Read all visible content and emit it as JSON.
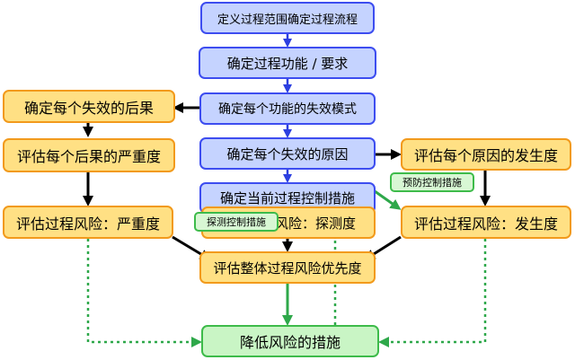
{
  "nodes": {
    "define_scope": "定义过程范围确定过程流程",
    "function_req": "确定过程功能 / 要求",
    "failure_modes": "确定每个功能的失效模式",
    "failure_causes": "确定每个失效的原因",
    "current_controls": "确定当前过程控制措施",
    "consequences": "确定每个失效的后果",
    "severity_each": "评估每个后果的严重度",
    "occurrence_each": "评估每个原因的发生度",
    "risk_severity": "评估过程风险：严重度",
    "risk_detection": "评估过程风险：探测度",
    "risk_occurrence": "评估过程风险：发生度",
    "risk_priority": "评估整体过程风险优先度",
    "reduce_risk": "降低风险的措施"
  },
  "tags": {
    "detection_control": "探测控制措施",
    "prevention_control": "预防控制措施"
  },
  "colors": {
    "blue_fill": "#c5d3ff",
    "blue_border": "#3d4df0",
    "orange_fill": "#ffe084",
    "orange_border": "#f29a1c",
    "green_fill": "#c9f5c5",
    "green_border": "#3dbb4a",
    "arrow_blue": "#2c3fe0",
    "arrow_black": "#000000",
    "arrow_green": "#2ea84a"
  }
}
